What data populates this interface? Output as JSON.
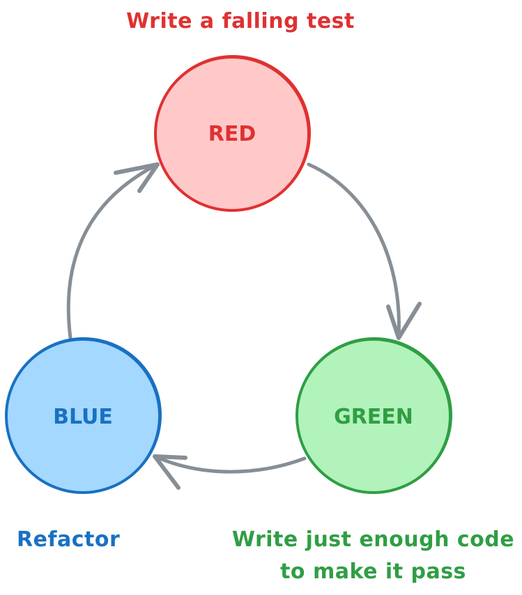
{
  "nodes": {
    "red": {
      "label": "RED",
      "fill": "#ffc9c9",
      "stroke": "#e03131"
    },
    "green": {
      "label": "GREEN",
      "fill": "#b2f2bb",
      "stroke": "#2f9e44"
    },
    "blue": {
      "label": "BLUE",
      "fill": "#a5d8ff",
      "stroke": "#1971c2"
    }
  },
  "captions": {
    "red": "Write a falling test",
    "blue": "Refactor",
    "green_line1": "Write just enough code",
    "green_line2": "to make it pass"
  },
  "arrow_color": "#868e96"
}
